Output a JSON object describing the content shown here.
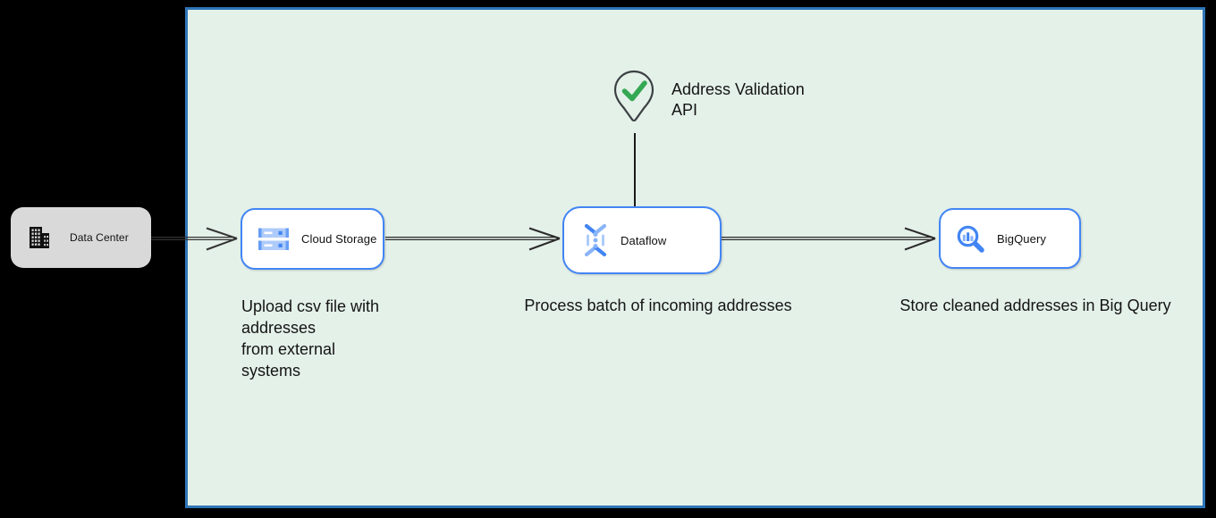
{
  "diagram": {
    "nodes": {
      "data_center": {
        "label": "Data Center"
      },
      "cloud_storage": {
        "label": "Cloud Storage",
        "caption": "Upload csv file with\naddresses\nfrom external\nsystems"
      },
      "dataflow": {
        "label": "Dataflow",
        "caption": "Process batch of incoming addresses"
      },
      "bigquery": {
        "label": "BigQuery",
        "caption": "Store cleaned addresses in Big Query"
      },
      "address_validation_api": {
        "label": "Address Validation\nAPI"
      }
    },
    "colors": {
      "canvas_background": "#e4f1e9",
      "canvas_border": "#2e75b8",
      "node_border": "#4285f4",
      "data_center_fill": "#d9d9d9",
      "connector": "#333333",
      "check_green": "#34a853",
      "icon_blue_dark": "#4285f4",
      "icon_blue_mid": "#669df6",
      "icon_blue_light": "#aecbfa",
      "pin_outline": "#3c4043"
    }
  }
}
